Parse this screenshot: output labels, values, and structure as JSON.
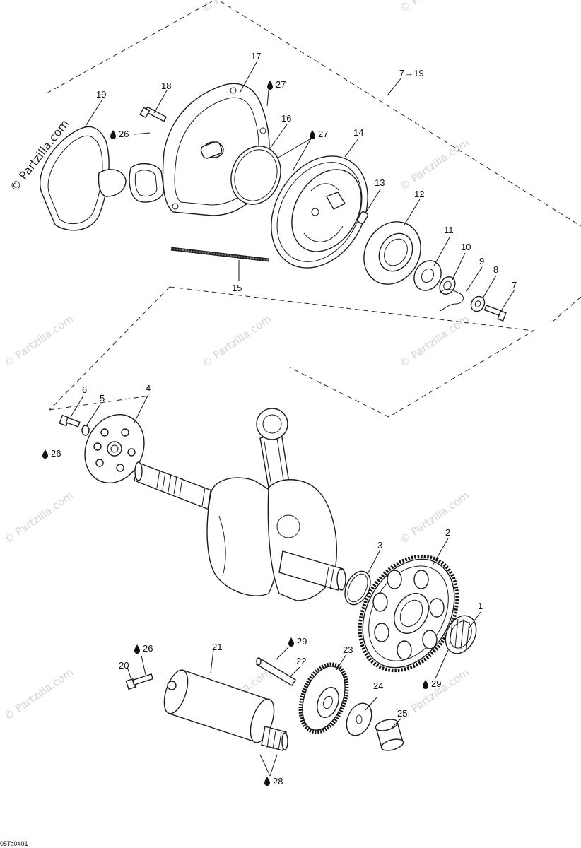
{
  "figure_code": "05Ta0401",
  "watermark": {
    "main": "© Partzilla.com",
    "faint": "© Partzilla.com"
  },
  "range_note": "7→19",
  "callouts": [
    {
      "num": "1"
    },
    {
      "num": "2"
    },
    {
      "num": "3"
    },
    {
      "num": "4"
    },
    {
      "num": "5"
    },
    {
      "num": "6"
    },
    {
      "num": "7"
    },
    {
      "num": "8"
    },
    {
      "num": "9"
    },
    {
      "num": "10"
    },
    {
      "num": "11"
    },
    {
      "num": "12"
    },
    {
      "num": "13"
    },
    {
      "num": "14"
    },
    {
      "num": "15"
    },
    {
      "num": "16"
    },
    {
      "num": "17"
    },
    {
      "num": "18"
    },
    {
      "num": "19"
    },
    {
      "num": "20"
    },
    {
      "num": "21"
    },
    {
      "num": "22"
    },
    {
      "num": "23"
    },
    {
      "num": "24"
    },
    {
      "num": "25"
    }
  ],
  "lube_notes": [
    {
      "ref": "27"
    },
    {
      "ref": "26"
    },
    {
      "ref": "27"
    },
    {
      "ref": "26"
    },
    {
      "ref": "26"
    },
    {
      "ref": "29"
    },
    {
      "ref": "29"
    },
    {
      "ref": "28"
    }
  ],
  "icons": {
    "lube": "oil-drop-icon",
    "arrow": "right-arrow"
  }
}
